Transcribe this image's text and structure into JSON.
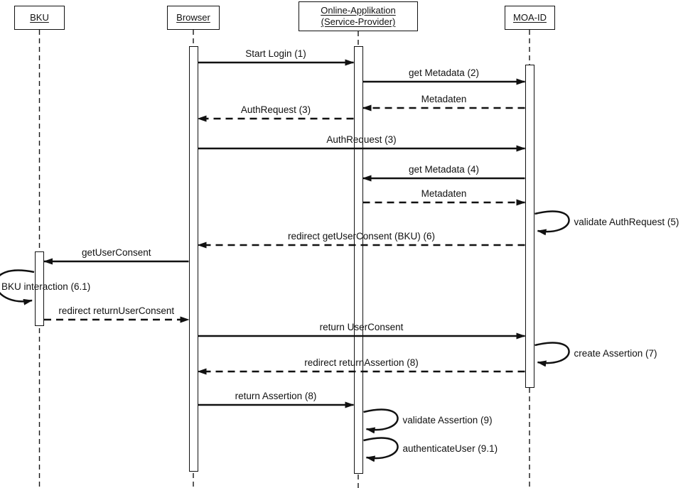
{
  "diagram": {
    "type": "uml-sequence-diagram",
    "actors": [
      {
        "id": "bku",
        "label": "BKU"
      },
      {
        "id": "browser",
        "label": "Browser"
      },
      {
        "id": "oa",
        "label": "Online-Applikation (Service-Provider)"
      },
      {
        "id": "moaid",
        "label": "MOA-ID"
      }
    ],
    "messages": [
      {
        "label": "Start Login (1)",
        "from": "browser",
        "to": "oa",
        "line": "solid",
        "kind": "call"
      },
      {
        "label": "get Metadata (2)",
        "from": "oa",
        "to": "moaid",
        "line": "solid",
        "kind": "call"
      },
      {
        "label": "Metadaten",
        "from": "moaid",
        "to": "oa",
        "line": "dashed",
        "kind": "return"
      },
      {
        "label": "AuthRequest (3)",
        "from": "oa",
        "to": "browser",
        "line": "dashed",
        "kind": "return"
      },
      {
        "label": "AuthRequest (3)",
        "from": "browser",
        "to": "moaid",
        "line": "solid",
        "kind": "call"
      },
      {
        "label": "get Metadata (4)",
        "from": "moaid",
        "to": "oa",
        "line": "solid",
        "kind": "call"
      },
      {
        "label": "Metadaten",
        "from": "oa",
        "to": "moaid",
        "line": "dashed",
        "kind": "return"
      },
      {
        "label": "validate AuthRequest (5)",
        "actor": "moaid",
        "kind": "self"
      },
      {
        "label": "redirect getUserConsent (BKU) (6)",
        "from": "moaid",
        "to": "browser",
        "line": "dashed",
        "kind": "return"
      },
      {
        "label": "getUserConsent",
        "from": "browser",
        "to": "bku",
        "line": "solid",
        "kind": "call"
      },
      {
        "label": "BKU interaction (6.1)",
        "actor": "bku",
        "kind": "self"
      },
      {
        "label": "redirect returnUserConsent",
        "from": "bku",
        "to": "browser",
        "line": "dashed",
        "kind": "return"
      },
      {
        "label": "return UserConsent",
        "from": "browser",
        "to": "moaid",
        "line": "solid",
        "kind": "call"
      },
      {
        "label": "create Assertion (7)",
        "actor": "moaid",
        "kind": "self"
      },
      {
        "label": "redirect returnAssertion (8)",
        "from": "moaid",
        "to": "browser",
        "line": "dashed",
        "kind": "return"
      },
      {
        "label": "return Assertion (8)",
        "from": "browser",
        "to": "oa",
        "line": "solid",
        "kind": "call"
      },
      {
        "label": "validate Assertion (9)",
        "actor": "oa",
        "kind": "self"
      },
      {
        "label": "authenticateUser (9.1)",
        "actor": "oa",
        "kind": "self"
      }
    ]
  }
}
